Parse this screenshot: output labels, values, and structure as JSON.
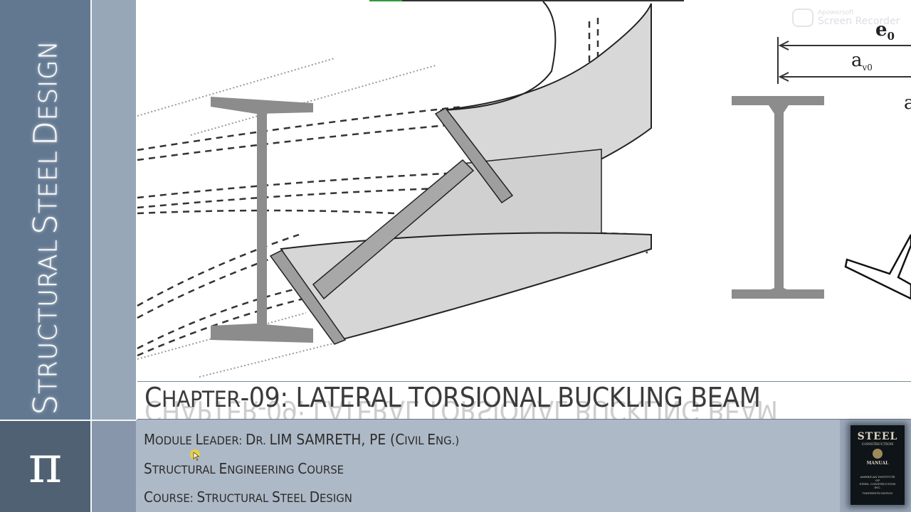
{
  "sidebar": {
    "vertical_title": {
      "word1_initial": "S",
      "word1_rest": "TRUCTURAL",
      "word2_initial": "S",
      "word2_rest": "TEEL",
      "word3_initial": "D",
      "word3_rest": "ESIGN",
      "full": "Structural Steel Design"
    },
    "logo_symbol": "π",
    "colors": {
      "dark_band": "#627891",
      "light_band": "#97a7b8",
      "pi_box": "#4f6173"
    }
  },
  "diagram": {
    "description": "Lateral torsional buckling of an I-beam (3D deformed beam with undeformed outline, I-section views)",
    "labels": {
      "e0_base": "e",
      "e0_sub": "0",
      "av0_base": "a",
      "av0_sub": "v0",
      "a_cut": "a"
    },
    "watermark": {
      "line1": "Apowersoft",
      "line2": "Screen Recorder"
    }
  },
  "title_bar": {
    "chapter_initial": "C",
    "chapter_rest": "HAPTER",
    "chapter_number": "-09: ",
    "topic": "LATERAL TORSIONAL BUCKLING BEAM",
    "full": "Chapter-09: LATERAL TORSIONAL BUCKLING BEAM"
  },
  "info": {
    "module_leader": {
      "parts": [
        "M",
        "ODULE ",
        "L",
        "EADER: ",
        "D",
        "R. ",
        "LIM SAMRETH, PE (",
        "C",
        "IVIL ",
        "E",
        "NG.)"
      ],
      "full": "Module Leader: Dr. LIM SAMRETH, PE (Civil Eng.)"
    },
    "course_type": {
      "parts": [
        "S",
        "TRUCTURAL ",
        "E",
        "NGINEERING ",
        "C",
        "OURSE"
      ],
      "full": "Structural Engineering Course"
    },
    "course_name": {
      "parts": [
        "C",
        "OURSE: ",
        "S",
        "TRUCTURAL ",
        "S",
        "TEEL ",
        "D",
        "ESIGN"
      ],
      "full": "Course: Structural Steel Design"
    }
  },
  "book": {
    "title": "STEEL",
    "subtitle": "CONSTRUCTION",
    "manual": "MANUAL",
    "publisher_lines": [
      "AMERICAN INSTITUTE",
      "OF",
      "STEEL CONSTRUCTION",
      "INC."
    ],
    "edition": "THIRTEENTH EDITION"
  }
}
